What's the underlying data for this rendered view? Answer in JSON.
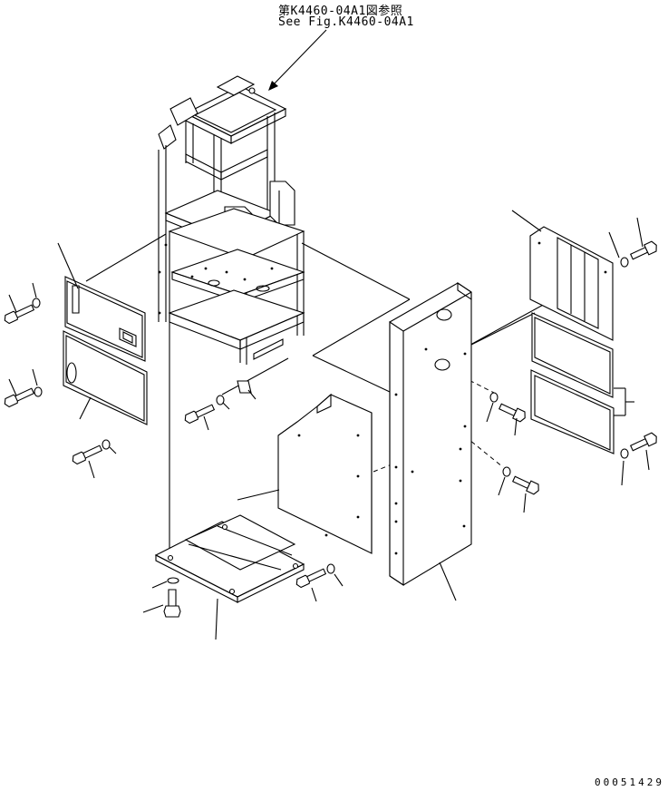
{
  "reference": {
    "japanese": "第K4460-04A1図参照",
    "english": "See Fig.K4460-04A1"
  },
  "drawing_number": "00051429"
}
